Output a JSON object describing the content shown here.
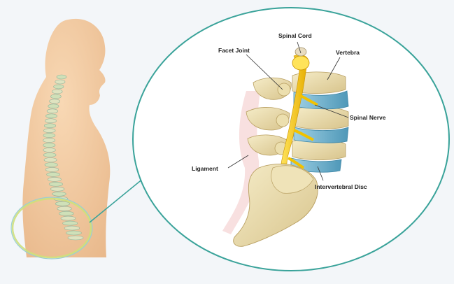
{
  "labels": {
    "spinal_cord": "Spinal Cord",
    "facet_joint": "Facet Joint",
    "vertebra": "Vertebra",
    "spinal_nerve": "Spinal Nerve",
    "ligament": "Ligament",
    "intervertebral_disc": "Intervertebral Disc"
  },
  "colors": {
    "background": "#f3f6f9",
    "skin": "#f2c9a0",
    "bone": "#e8d9a6",
    "disc": "#6fb3cf",
    "nerve": "#f2c200",
    "callout_ring": "#3aa39a",
    "highlight_ring": "#cfe07a"
  }
}
